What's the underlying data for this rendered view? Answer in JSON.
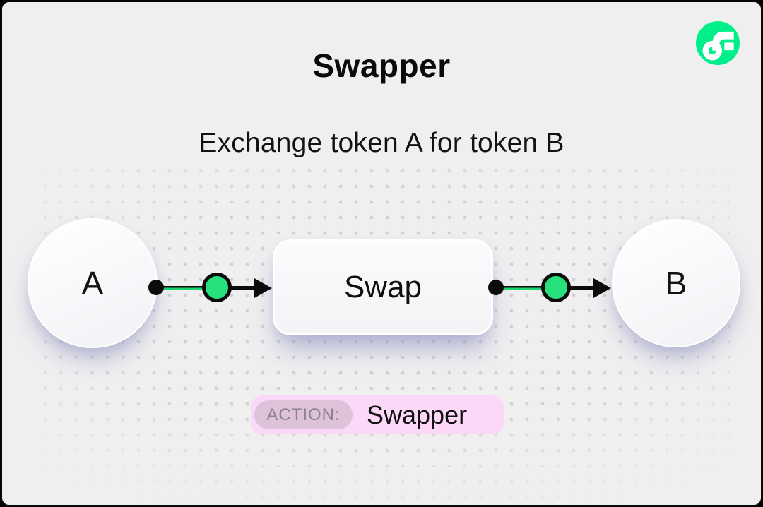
{
  "header": {
    "title": "Swapper",
    "subtitle": "Exchange token A for token B"
  },
  "logo": {
    "name": "flow-logo",
    "bg_color": "#00EF8B",
    "glyph_color": "#FFFFFF"
  },
  "diagram": {
    "nodes": {
      "input_token": {
        "label": "A"
      },
      "process": {
        "label": "Swap"
      },
      "output_token": {
        "label": "B"
      }
    },
    "connectors": [
      {
        "from": "A",
        "to": "Swap"
      },
      {
        "from": "Swap",
        "to": "B"
      }
    ],
    "colors": {
      "edge_black": "#0B0B0B",
      "edge_green": "#1BD46E",
      "flow_dot_green": "#27E17C",
      "node_fill": "#F8F8FA",
      "background": "#EFEFF0",
      "dot_grid": "#D2D0D4"
    }
  },
  "action_badge": {
    "label": "ACTION:",
    "value": "Swapper",
    "badge_bg": "#FBD7F8",
    "pill_bg": "#DDC2DA",
    "label_color": "#8B8191"
  }
}
